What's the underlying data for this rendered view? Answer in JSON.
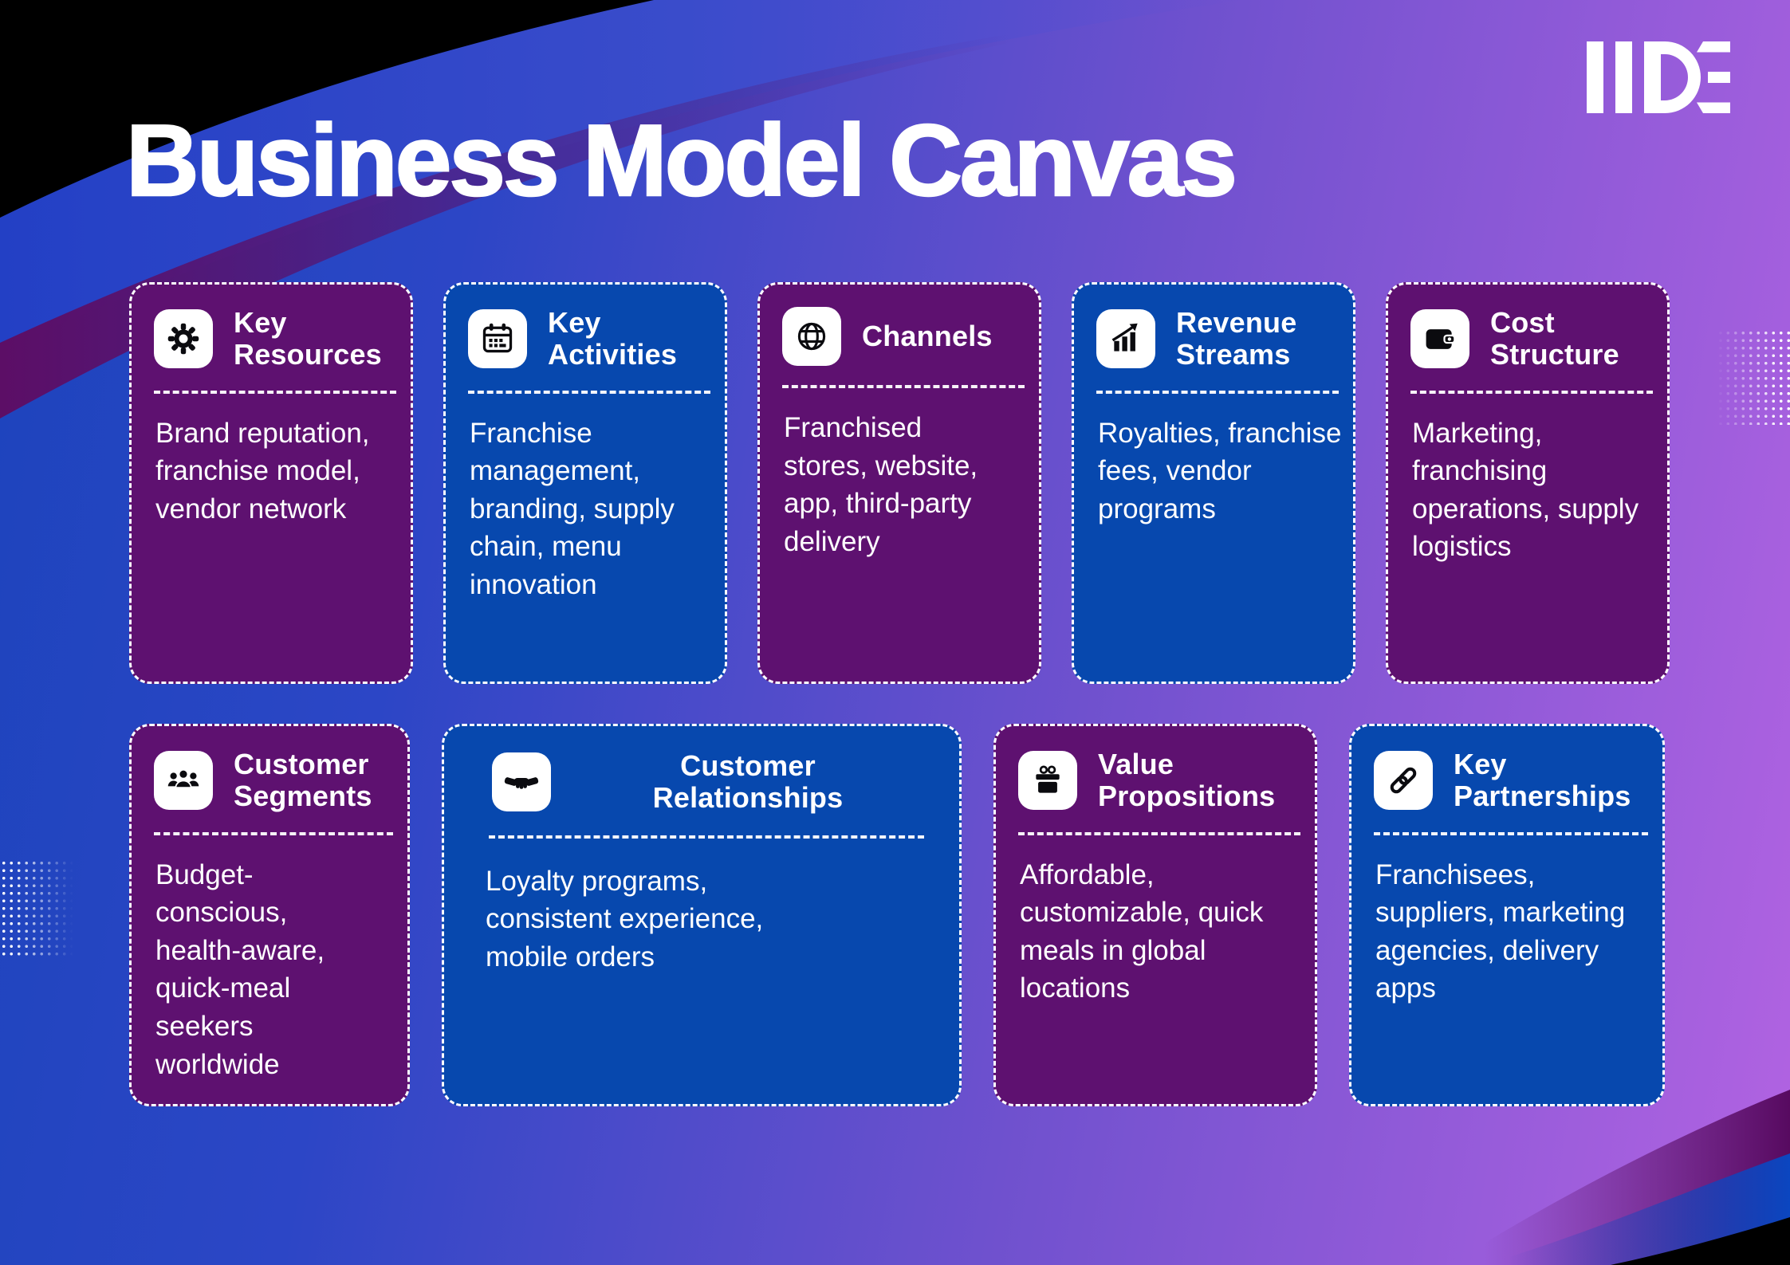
{
  "header": {
    "title": "Business Model Canvas",
    "logo_text": "IIDE"
  },
  "colors": {
    "bg_start": "#1c44bc",
    "bg_end": "#b263e2",
    "card_purple": "#5e1170",
    "card_blue": "#0748ae",
    "band_blue": "#2340c5",
    "sliver_purple": "#5c0e66",
    "corner_black": "#000000",
    "text": "#ffffff",
    "icon_ink": "#0b0b0f"
  },
  "cards": [
    {
      "id": "key-resources",
      "color": "purple",
      "icon": "gear-icon",
      "title": [
        "Key",
        "Resources"
      ],
      "body": "Brand reputation, franchise model, vendor network"
    },
    {
      "id": "key-activities",
      "color": "blue",
      "icon": "calendar-icon",
      "title": [
        "Key",
        "Activities"
      ],
      "body": "Franchise management, branding, supply chain, menu innovation"
    },
    {
      "id": "channels",
      "color": "purple",
      "icon": "globe-icon",
      "title": [
        "Channels"
      ],
      "body": "Franchised stores, website, app, third-party delivery"
    },
    {
      "id": "revenue-streams",
      "color": "blue",
      "icon": "growth-chart-icon",
      "title": [
        "Revenue",
        "Streams"
      ],
      "body": "Royalties, franchise fees, vendor programs"
    },
    {
      "id": "cost-structure",
      "color": "purple",
      "icon": "wallet-icon",
      "title": [
        "Cost",
        "Structure"
      ],
      "body": "Marketing, franchising operations, supply logistics"
    },
    {
      "id": "customer-segments",
      "color": "purple",
      "icon": "users-icon",
      "title": [
        "Customer",
        "Segments"
      ],
      "body": "Budget-conscious, health-aware, quick-meal seekers worldwide"
    },
    {
      "id": "customer-relationships",
      "color": "blue",
      "icon": "handshake-icon",
      "title": [
        "Customer",
        "Relationships"
      ],
      "body": "Loyalty programs, consistent experience, mobile orders"
    },
    {
      "id": "value-propositions",
      "color": "purple",
      "icon": "gift-icon",
      "title": [
        "Value",
        "Propositions"
      ],
      "body": "Affordable, customizable, quick meals in global locations"
    },
    {
      "id": "key-partnerships",
      "color": "blue",
      "icon": "link-icon",
      "title": [
        "Key",
        "Partnerships"
      ],
      "body": "Franchisees, suppliers, marketing agencies, delivery apps"
    }
  ]
}
